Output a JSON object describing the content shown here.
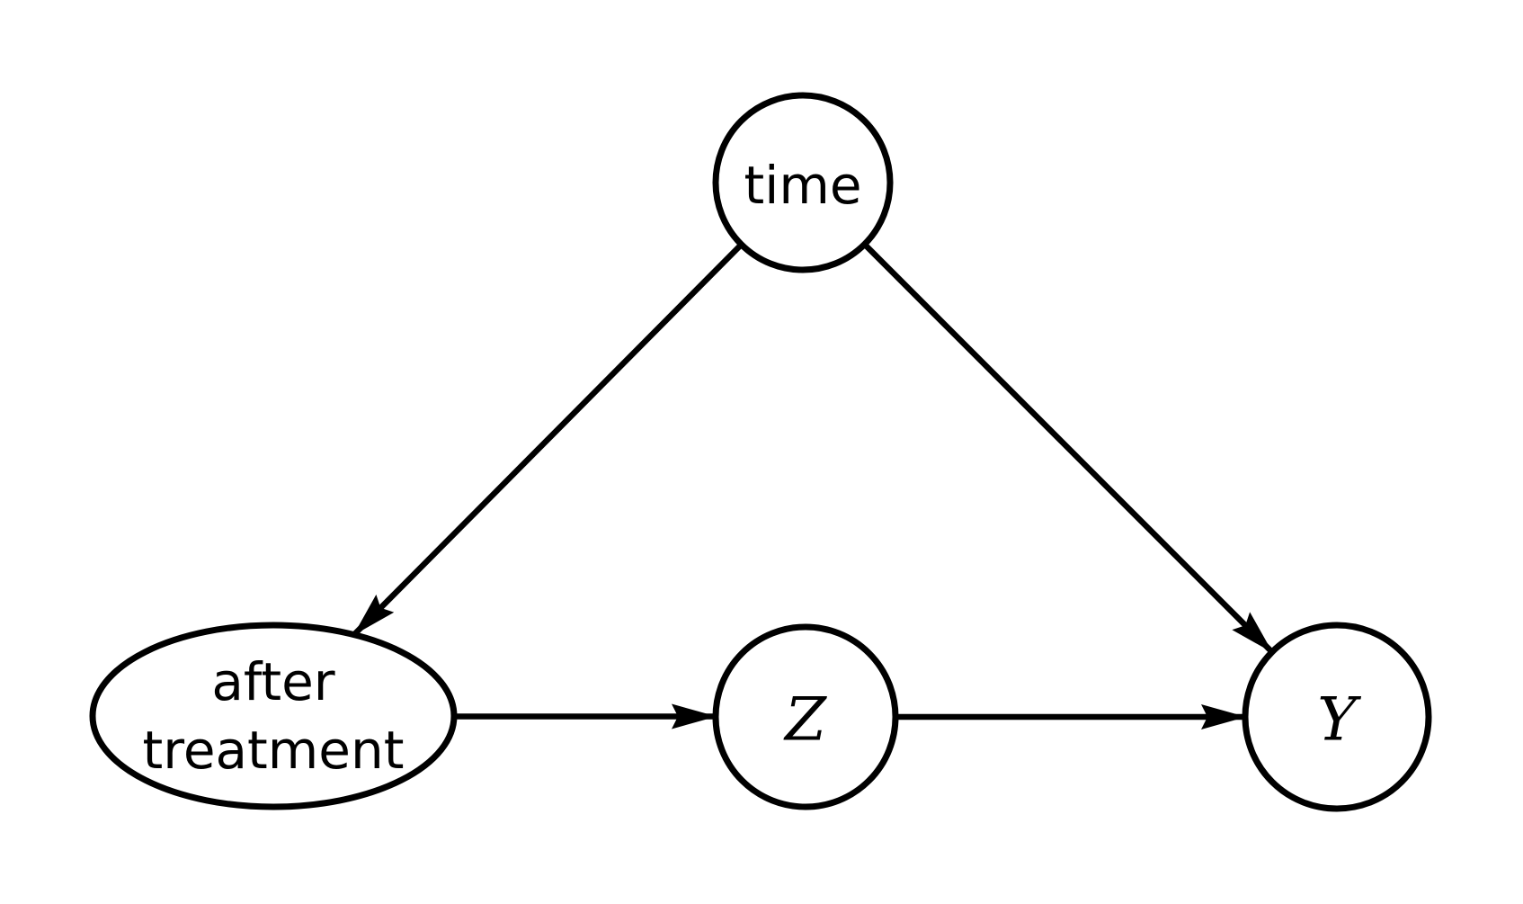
{
  "diagram": {
    "type": "causal-dag",
    "background_color": "#ffffff",
    "line_color": "#000000",
    "nodes": {
      "time": {
        "label": "time",
        "shape": "circle"
      },
      "after_treatment": {
        "label": "after treatment",
        "line1": "after",
        "line2": "treatment",
        "shape": "ellipse"
      },
      "z": {
        "label": "Z",
        "shape": "circle"
      },
      "y": {
        "label": "Y",
        "shape": "circle"
      }
    },
    "edges": [
      {
        "from": "time",
        "to": "after_treatment",
        "directed": true
      },
      {
        "from": "time",
        "to": "y",
        "directed": true
      },
      {
        "from": "after_treatment",
        "to": "z",
        "directed": true
      },
      {
        "from": "z",
        "to": "y",
        "directed": true
      }
    ]
  }
}
